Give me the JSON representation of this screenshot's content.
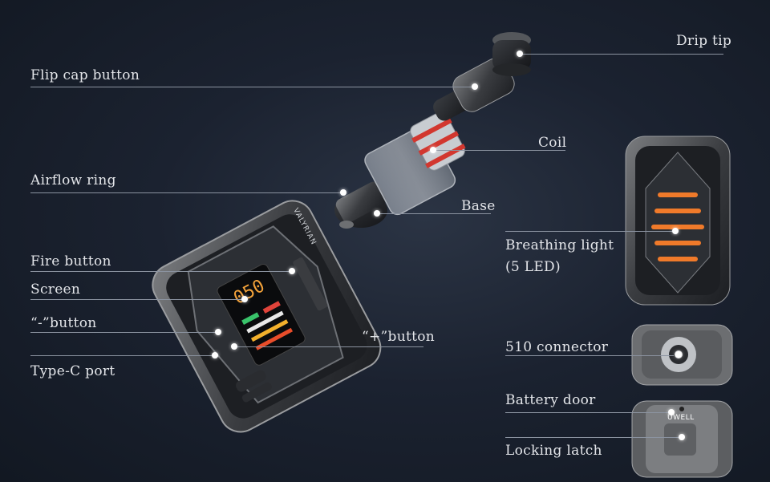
{
  "labels": {
    "drip_tip": "Drip tip",
    "flip_cap_button": "Flip cap button",
    "coil": "Coil",
    "airflow_ring": "Airflow ring",
    "base": "Base",
    "breathing_light_line1": "Breathing light",
    "breathing_light_line2": "(5 LED)",
    "fire_button": "Fire button",
    "screen": "Screen",
    "minus_button": "“-”button",
    "plus_button": "“+”button",
    "type_c_port": "Type-C port",
    "connector_510": "510 connector",
    "battery_door": "Battery door",
    "locking_latch": "Locking latch"
  },
  "device": {
    "brand_vertical": "VALYRIAN",
    "screen_wattage": "050",
    "battery_brand": "UWELL"
  },
  "colors": {
    "accent_orange": "#f07a2a",
    "line": "#8b93a0",
    "background": "#1b2230"
  }
}
